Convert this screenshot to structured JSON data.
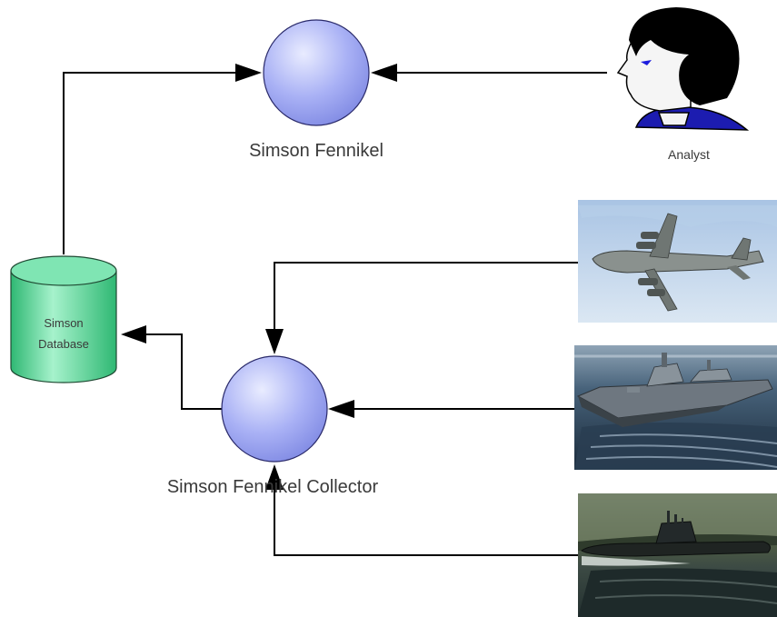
{
  "nodes": {
    "fennikel": {
      "label": "Simson Fennikel"
    },
    "collector": {
      "label": "Simson Fennikel Collector"
    },
    "database": {
      "label_line1": "Simson",
      "label_line2": "Database"
    },
    "analyst": {
      "label": "Analyst"
    }
  },
  "sources": [
    {
      "icon": "aircraft-photo"
    },
    {
      "icon": "warship-photo"
    },
    {
      "icon": "submarine-photo"
    }
  ],
  "colors": {
    "process_fill": "#a9b1f5",
    "database_fill": "#5fd9a0",
    "line": "#000000"
  }
}
